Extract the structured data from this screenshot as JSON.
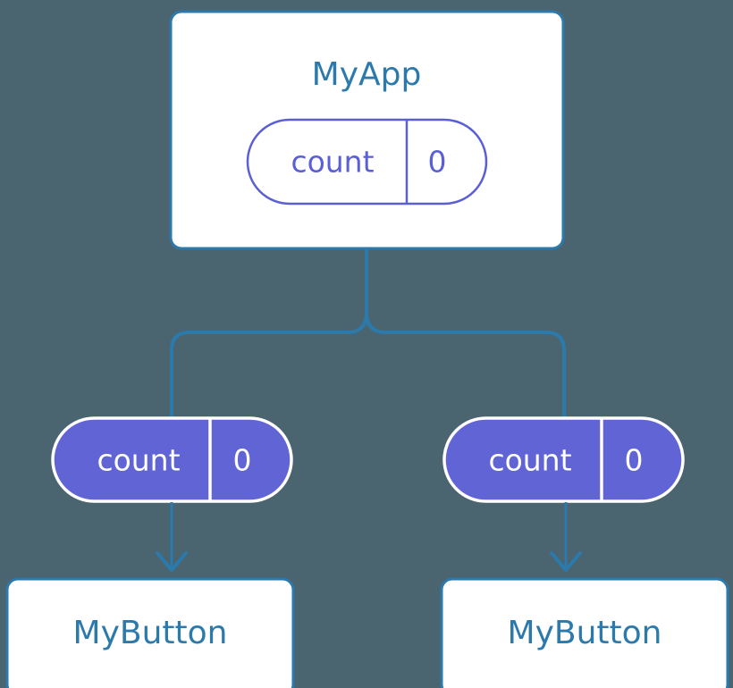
{
  "diagram": {
    "background_color": "#4a6470",
    "accent_color": "#2c79ab",
    "state_color": "#5b5fd6",
    "state_fill_color": "#6164d4",
    "root": {
      "title": "MyApp",
      "state": {
        "key": "count",
        "value": "0"
      }
    },
    "children": [
      {
        "state": {
          "key": "count",
          "value": "0"
        },
        "title": "MyButton"
      },
      {
        "state": {
          "key": "count",
          "value": "0"
        },
        "title": "MyButton"
      }
    ]
  }
}
